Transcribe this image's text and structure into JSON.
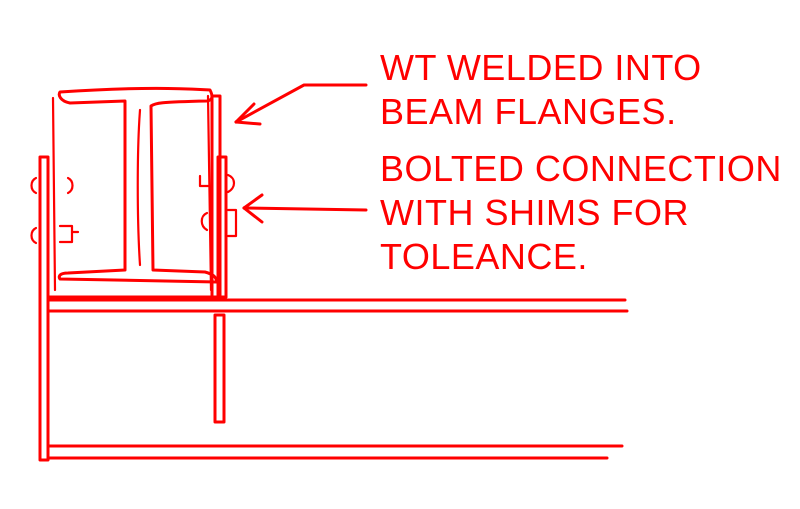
{
  "colors": {
    "ink": "#ff0000",
    "background": "#ffffff"
  },
  "notes": {
    "wt_welded": {
      "line1": "WT WELDED INTO",
      "line2": "BEAM FLANGES."
    },
    "bolted_connection": {
      "line1": "BOLTED CONNECTION",
      "line2": "WITH SHIMS FOR",
      "line3": "TOLEANCE."
    }
  }
}
